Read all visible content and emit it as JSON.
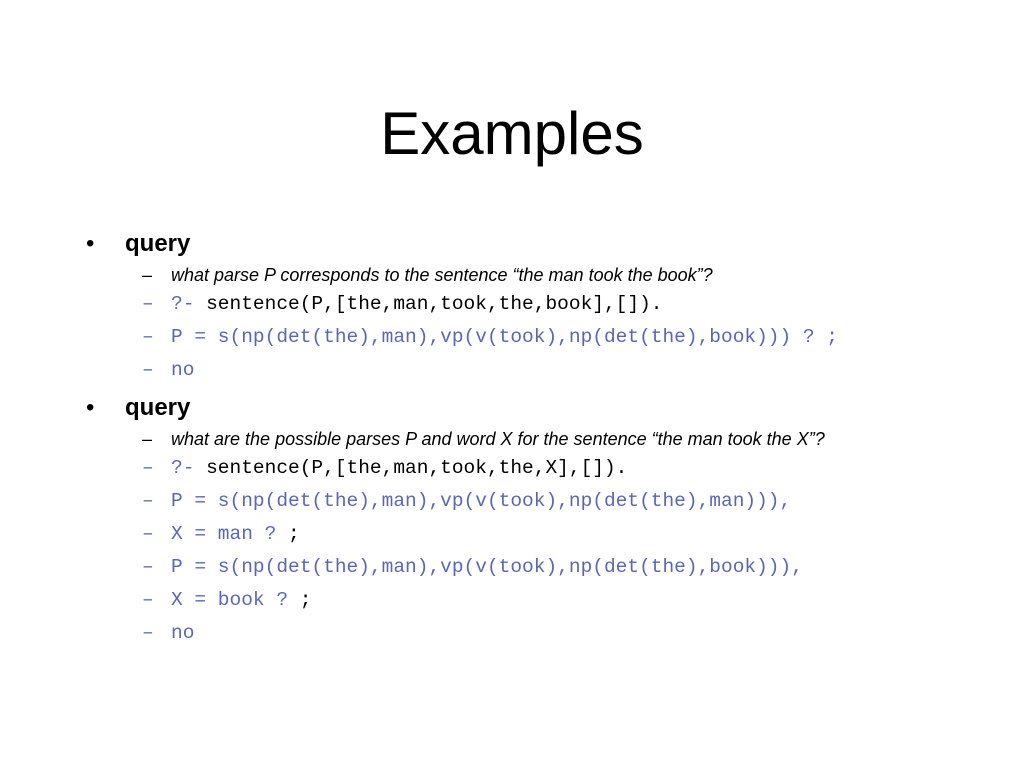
{
  "slide": {
    "title": "Examples",
    "sections": [
      {
        "bullet": "•",
        "heading": "query",
        "description": "what parse P corresponds to the sentence “the man took the book”?",
        "lines": [
          {
            "dash": "–",
            "prompt": "?-",
            "text": " sentence(P,[the,man,took,the,book],[])."
          },
          {
            "dash": "–",
            "text": "P = s(np(det(the),man),vp(v(took),np(det(the),book))) ? ;"
          },
          {
            "dash": "–",
            "text": "no"
          }
        ]
      },
      {
        "bullet": "•",
        "heading": "query",
        "description": "what are the possible parses P and word X for the sentence “the man took the X”?",
        "lines": [
          {
            "dash": "–",
            "prompt": "?-",
            "text": " sentence(P,[the,man,took,the,X],[])."
          },
          {
            "dash": "–",
            "text": "P = s(np(det(the),man),vp(v(took),np(det(the),man))),"
          },
          {
            "dash": "–",
            "text": "X = man ?",
            "suffix": " ;"
          },
          {
            "dash": "–",
            "text": "P = s(np(det(the),man),vp(v(took),np(det(the),book))),"
          },
          {
            "dash": "–",
            "text": "X = book ?",
            "suffix": " ;"
          },
          {
            "dash": "–",
            "text": "no"
          }
        ]
      }
    ]
  },
  "colors": {
    "code_blue": "#5a67b8",
    "text_black": "#000000",
    "background": "#ffffff"
  }
}
